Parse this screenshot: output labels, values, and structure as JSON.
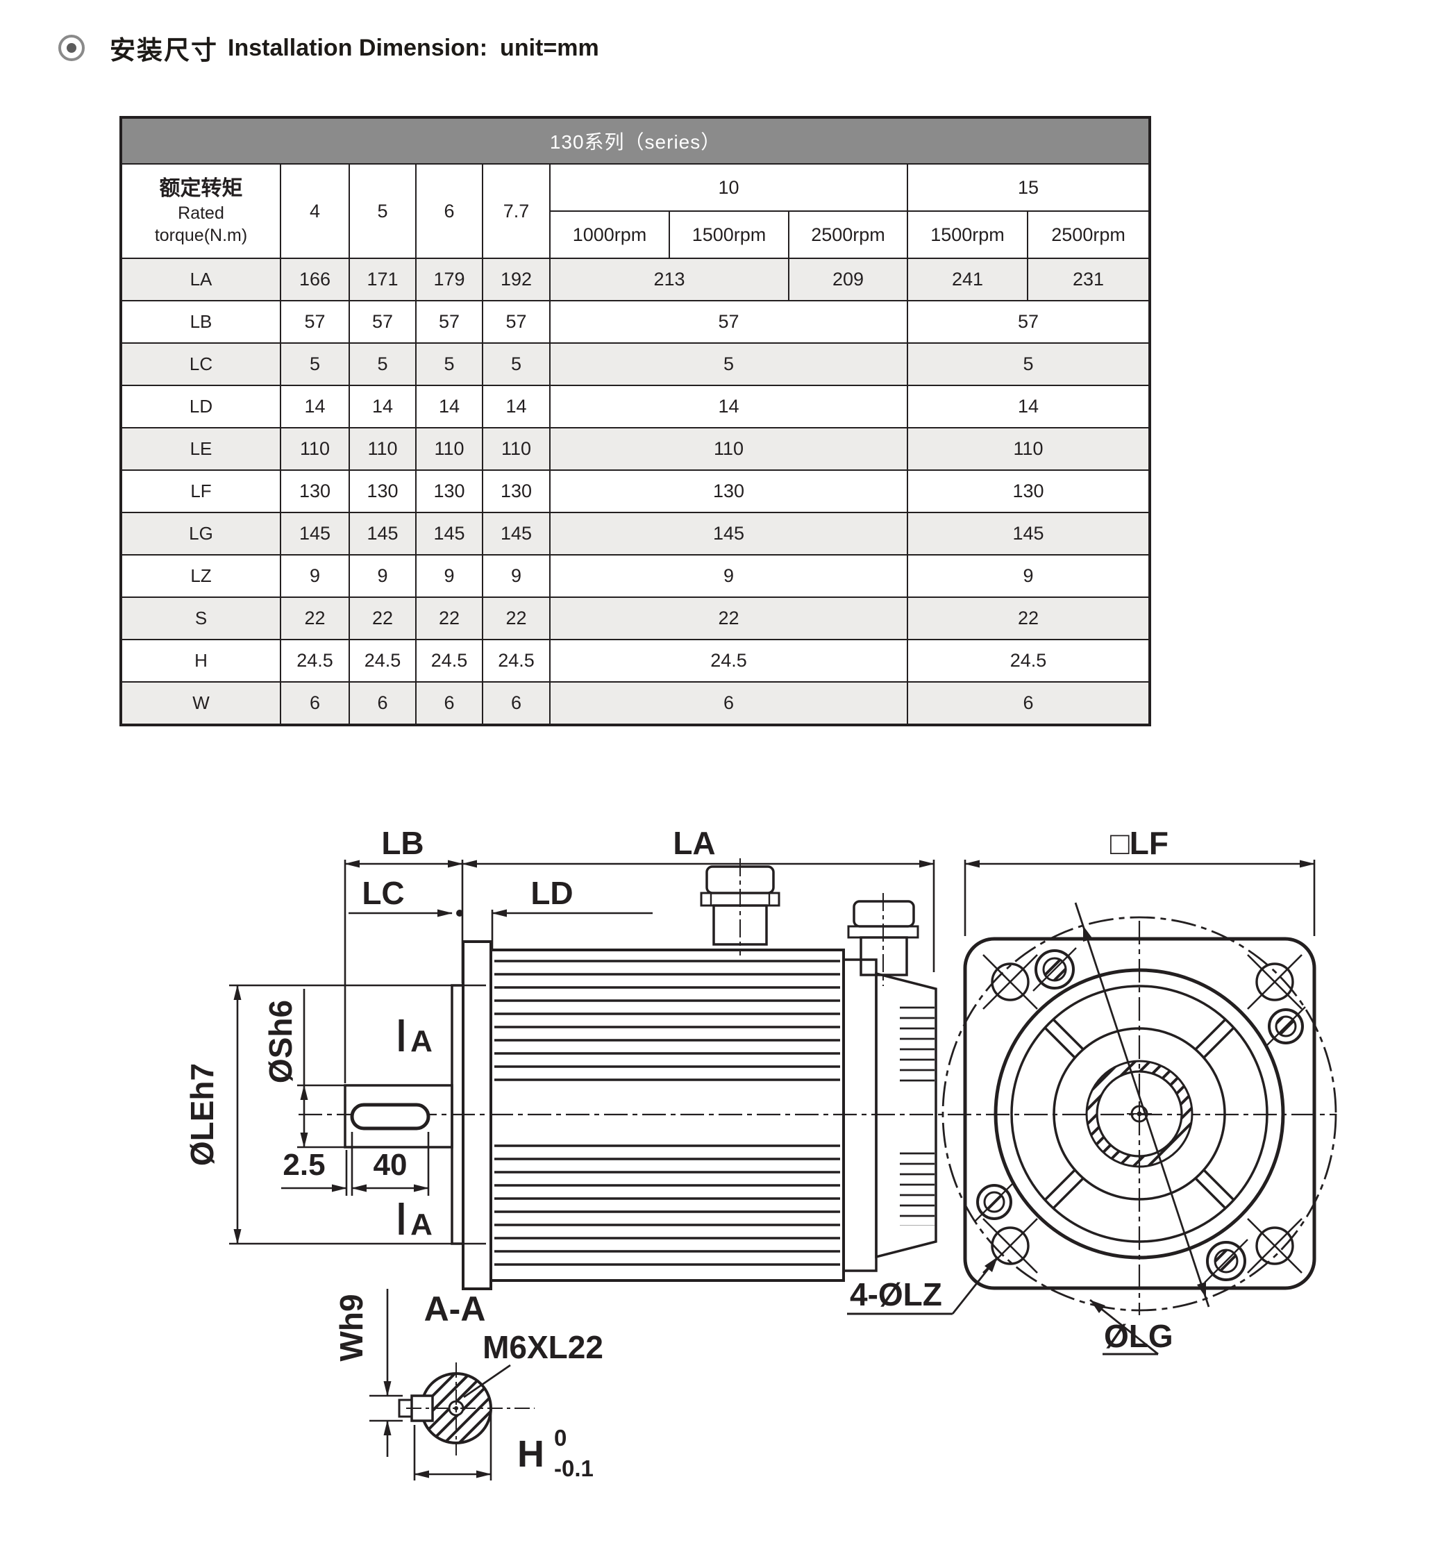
{
  "page": {
    "title_zh": "安装尺寸",
    "title_en": "Installation Dimension:",
    "title_unit": "unit=mm"
  },
  "colors": {
    "header_gray": "#8b8b8b",
    "row_shade": "#edecea",
    "line": "#231f20"
  },
  "table": {
    "series_title": "130系列（series）",
    "rated_label_zh": "额定转矩",
    "rated_label_en_line1": "Rated",
    "rated_label_en_line2": "torque(N.m)",
    "torque_cols": [
      "4",
      "5",
      "6",
      "7.7"
    ],
    "group_10": {
      "label": "10",
      "speeds": [
        "1000rpm",
        "1500rpm",
        "2500rpm"
      ]
    },
    "group_15": {
      "label": "15",
      "speeds": [
        "1500rpm",
        "2500rpm"
      ]
    },
    "rows": [
      {
        "label": "LA",
        "shaded": true,
        "cells": [
          {
            "v": "166",
            "span": 1
          },
          {
            "v": "171",
            "span": 1
          },
          {
            "v": "179",
            "span": 1
          },
          {
            "v": "192",
            "span": 1
          },
          {
            "v": "213",
            "span": 2
          },
          {
            "v": "209",
            "span": 1
          },
          {
            "v": "241",
            "span": 1
          },
          {
            "v": "231",
            "span": 1
          }
        ]
      },
      {
        "label": "LB",
        "shaded": false,
        "cells": [
          {
            "v": "57",
            "span": 1
          },
          {
            "v": "57",
            "span": 1
          },
          {
            "v": "57",
            "span": 1
          },
          {
            "v": "57",
            "span": 1
          },
          {
            "v": "57",
            "span": 3
          },
          {
            "v": "57",
            "span": 2
          }
        ]
      },
      {
        "label": "LC",
        "shaded": true,
        "cells": [
          {
            "v": "5",
            "span": 1
          },
          {
            "v": "5",
            "span": 1
          },
          {
            "v": "5",
            "span": 1
          },
          {
            "v": "5",
            "span": 1
          },
          {
            "v": "5",
            "span": 3
          },
          {
            "v": "5",
            "span": 2
          }
        ]
      },
      {
        "label": "LD",
        "shaded": false,
        "cells": [
          {
            "v": "14",
            "span": 1
          },
          {
            "v": "14",
            "span": 1
          },
          {
            "v": "14",
            "span": 1
          },
          {
            "v": "14",
            "span": 1
          },
          {
            "v": "14",
            "span": 3
          },
          {
            "v": "14",
            "span": 2
          }
        ]
      },
      {
        "label": "LE",
        "shaded": true,
        "cells": [
          {
            "v": "110",
            "span": 1
          },
          {
            "v": "110",
            "span": 1
          },
          {
            "v": "110",
            "span": 1
          },
          {
            "v": "110",
            "span": 1
          },
          {
            "v": "110",
            "span": 3
          },
          {
            "v": "110",
            "span": 2
          }
        ]
      },
      {
        "label": "LF",
        "shaded": false,
        "cells": [
          {
            "v": "130",
            "span": 1
          },
          {
            "v": "130",
            "span": 1
          },
          {
            "v": "130",
            "span": 1
          },
          {
            "v": "130",
            "span": 1
          },
          {
            "v": "130",
            "span": 3
          },
          {
            "v": "130",
            "span": 2
          }
        ]
      },
      {
        "label": "LG",
        "shaded": true,
        "cells": [
          {
            "v": "145",
            "span": 1
          },
          {
            "v": "145",
            "span": 1
          },
          {
            "v": "145",
            "span": 1
          },
          {
            "v": "145",
            "span": 1
          },
          {
            "v": "145",
            "span": 3
          },
          {
            "v": "145",
            "span": 2
          }
        ]
      },
      {
        "label": "LZ",
        "shaded": false,
        "cells": [
          {
            "v": "9",
            "span": 1
          },
          {
            "v": "9",
            "span": 1
          },
          {
            "v": "9",
            "span": 1
          },
          {
            "v": "9",
            "span": 1
          },
          {
            "v": "9",
            "span": 3
          },
          {
            "v": "9",
            "span": 2
          }
        ]
      },
      {
        "label": "S",
        "shaded": true,
        "cells": [
          {
            "v": "22",
            "span": 1
          },
          {
            "v": "22",
            "span": 1
          },
          {
            "v": "22",
            "span": 1
          },
          {
            "v": "22",
            "span": 1
          },
          {
            "v": "22",
            "span": 3
          },
          {
            "v": "22",
            "span": 2
          }
        ]
      },
      {
        "label": "H",
        "shaded": false,
        "cells": [
          {
            "v": "24.5",
            "span": 1
          },
          {
            "v": "24.5",
            "span": 1
          },
          {
            "v": "24.5",
            "span": 1
          },
          {
            "v": "24.5",
            "span": 1
          },
          {
            "v": "24.5",
            "span": 3
          },
          {
            "v": "24.5",
            "span": 2
          }
        ]
      },
      {
        "label": "W",
        "shaded": true,
        "cells": [
          {
            "v": "6",
            "span": 1
          },
          {
            "v": "6",
            "span": 1
          },
          {
            "v": "6",
            "span": 1
          },
          {
            "v": "6",
            "span": 1
          },
          {
            "v": "6",
            "span": 3
          },
          {
            "v": "6",
            "span": 2
          }
        ]
      }
    ]
  },
  "drawing": {
    "side": {
      "lb": "LB",
      "la": "LA",
      "lc": "LC",
      "ld": "LD",
      "shaft_dia": "ØSh6",
      "pilot_dia": "ØLEh7",
      "key_offset": "2.5",
      "key_length": "40",
      "section_mark": "A"
    },
    "front": {
      "flange": "□LF",
      "holes": "4-ØLZ",
      "bolt_circle": "ØLG"
    },
    "section": {
      "title": "A-A",
      "tap": "M6XL22",
      "key_width": "Wh9",
      "key_height": "H",
      "tol_up": "0",
      "tol_dn": "-0.1"
    }
  }
}
